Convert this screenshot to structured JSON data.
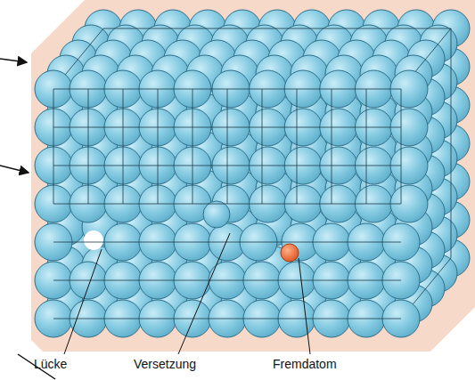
{
  "diagram": {
    "labels": [
      "Lücke",
      "Versetzung",
      "Fremdatom"
    ]
  }
}
